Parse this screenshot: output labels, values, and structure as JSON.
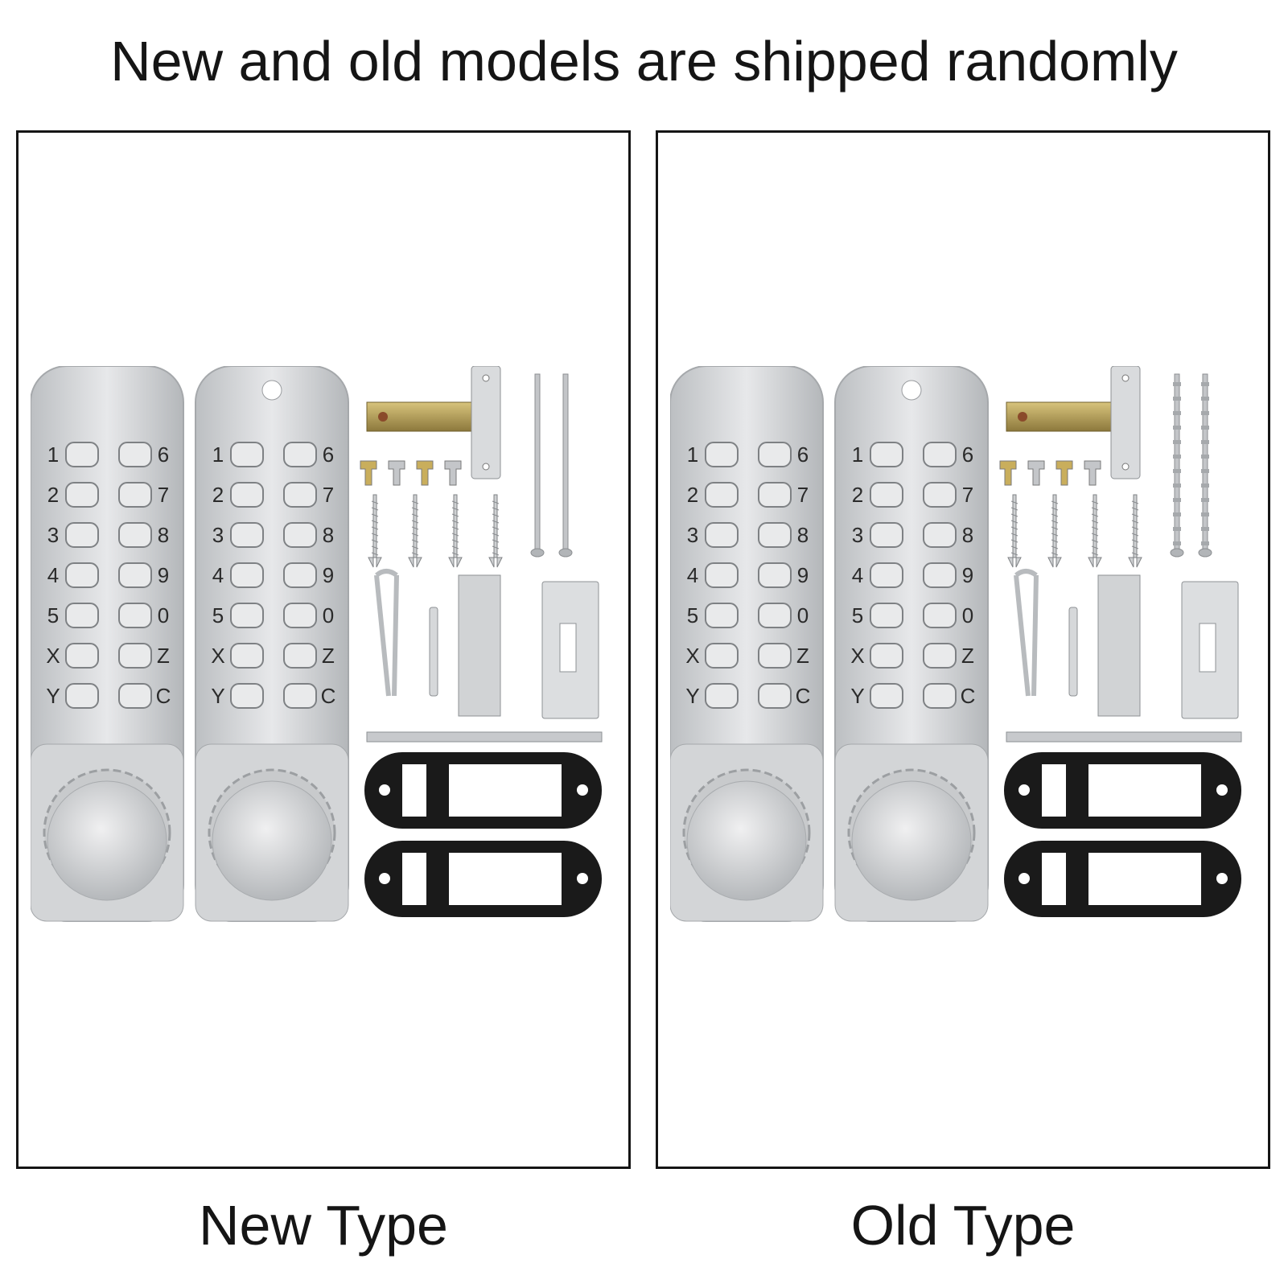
{
  "headline": "New and old models are shipped randomly",
  "panels": [
    {
      "caption": "New Type",
      "pin_style": "smooth"
    },
    {
      "caption": "Old Type",
      "pin_style": "ribbed"
    }
  ],
  "keypad": {
    "left_keys": [
      "1",
      "2",
      "3",
      "4",
      "5",
      "X",
      "Y"
    ],
    "right_keys": [
      "6",
      "7",
      "8",
      "9",
      "0",
      "Z",
      "C"
    ]
  },
  "colors": {
    "text": "#151515",
    "border": "#151515",
    "steel": "#d4d6d8",
    "brass": "#b89a52",
    "gasket": "#1a1a1a"
  }
}
